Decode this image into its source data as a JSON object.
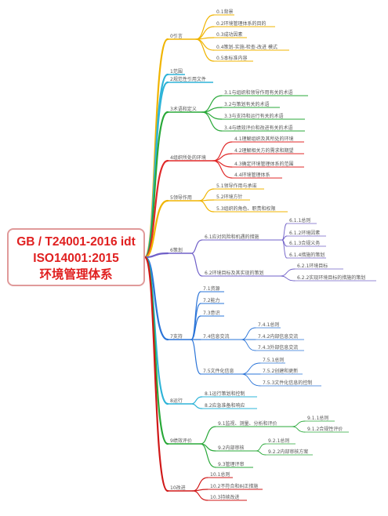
{
  "root": {
    "lines": [
      "GB / T24001-2016 idt",
      "ISO14001:2015",
      "环境管理体系"
    ],
    "border_color": "#e09a9a",
    "text_color": "#e02020"
  },
  "branches": [
    {
      "label": "0引言",
      "color": "#f0b400",
      "children": [
        {
          "label": "0.1背景"
        },
        {
          "label": "0.2环境管理体系的目的"
        },
        {
          "label": "0.3成功因素"
        },
        {
          "label": "0.4策划-实施-检查-改进 模式"
        },
        {
          "label": "0.5本标准内容"
        }
      ]
    },
    {
      "label": "1范围",
      "color": "#2eb4d8",
      "children": []
    },
    {
      "label": "2规范性引用文件",
      "color": "#2eb4d8",
      "children": []
    },
    {
      "label": "3术语和定义",
      "color": "#28a838",
      "children": [
        {
          "label": "3.1与组织和领导作用有关的术语"
        },
        {
          "label": "3.2与策划有关的术语"
        },
        {
          "label": "3.3与支持和运行有关的术语"
        },
        {
          "label": "3.4与绩效评价和改进有关的术语"
        }
      ]
    },
    {
      "label": "4组织所处的环境",
      "color": "#e02828",
      "children": [
        {
          "label": "4.1理解组织及其所处的环境"
        },
        {
          "label": "4.2理解相关方的需求和期望"
        },
        {
          "label": "4.3确定环境管理体系的范围"
        },
        {
          "label": "4.4环境管理体系"
        }
      ]
    },
    {
      "label": "5领导作用",
      "color": "#f0b400",
      "children": [
        {
          "label": "5.1领导作用与承诺"
        },
        {
          "label": "5.2环境方针"
        },
        {
          "label": "5.3组织的角色、职责和权限"
        }
      ]
    },
    {
      "label": "6策划",
      "color": "#7060c8",
      "children": [
        {
          "label": "6.1应对风险和机遇的措施",
          "children": [
            {
              "label": "6.1.1总则"
            },
            {
              "label": "6.1.2环境因素"
            },
            {
              "label": "6.1.3合规义务"
            },
            {
              "label": "6.1.4措施的策划"
            }
          ]
        },
        {
          "label": "6.2环境目标及其实现的策划",
          "children": [
            {
              "label": "6.2.1环境目标"
            },
            {
              "label": "6.2.2实现环境目标的措施的策划"
            }
          ]
        }
      ]
    },
    {
      "label": "7支持",
      "color": "#2a74d8",
      "children": [
        {
          "label": "7.1资源"
        },
        {
          "label": "7.2能力"
        },
        {
          "label": "7.3意识"
        },
        {
          "label": "7.4信息交流",
          "children": [
            {
              "label": "7.4.1总则"
            },
            {
              "label": "7.4.2内部信息交流"
            },
            {
              "label": "7.4.3外部信息交流"
            }
          ]
        },
        {
          "label": "7.5文件化信息",
          "children": [
            {
              "label": "7.5.1总则"
            },
            {
              "label": "7.5.2创建和更新"
            },
            {
              "label": "7.5.3文件化信息的控制"
            }
          ]
        }
      ]
    },
    {
      "label": "8运行",
      "color": "#2eb4d8",
      "children": [
        {
          "label": "8.1运行策划和控制"
        },
        {
          "label": "8.2应急准备和响应"
        }
      ]
    },
    {
      "label": "9绩效评价",
      "color": "#28a838",
      "children": [
        {
          "label": "9.1监视、测量、分析和评价",
          "children": [
            {
              "label": "9.1.1总则"
            },
            {
              "label": "9.1.2合规性评价"
            }
          ]
        },
        {
          "label": "9.2内部审核",
          "children": [
            {
              "label": "9.2.1总则"
            },
            {
              "label": "9.2.2内部审核方案"
            }
          ]
        },
        {
          "label": "9.3管理评审"
        }
      ]
    },
    {
      "label": "10改进",
      "color": "#d01818",
      "children": [
        {
          "label": "10.1总则"
        },
        {
          "label": "10.2不符合和纠正措施"
        },
        {
          "label": "10.3持续改进"
        }
      ]
    }
  ]
}
